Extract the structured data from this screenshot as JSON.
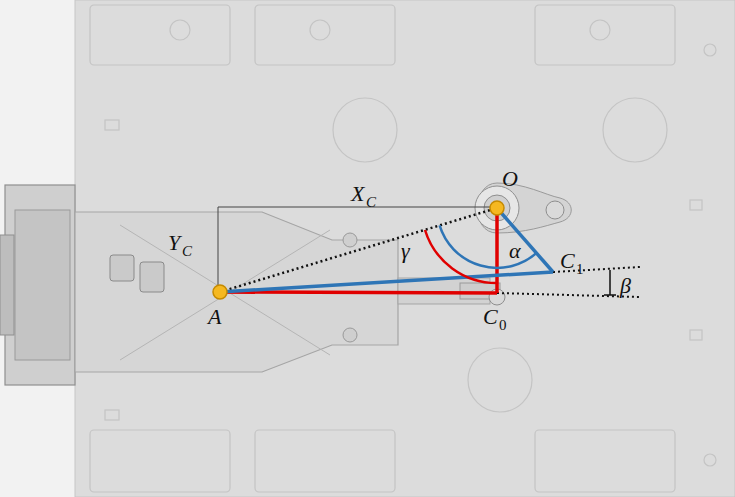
{
  "diagram": {
    "labels": [
      "X",
      "C",
      "Y",
      "C",
      "O",
      "γ",
      "α",
      "C",
      "1",
      "β",
      "A",
      "C",
      "0"
    ]
  }
}
